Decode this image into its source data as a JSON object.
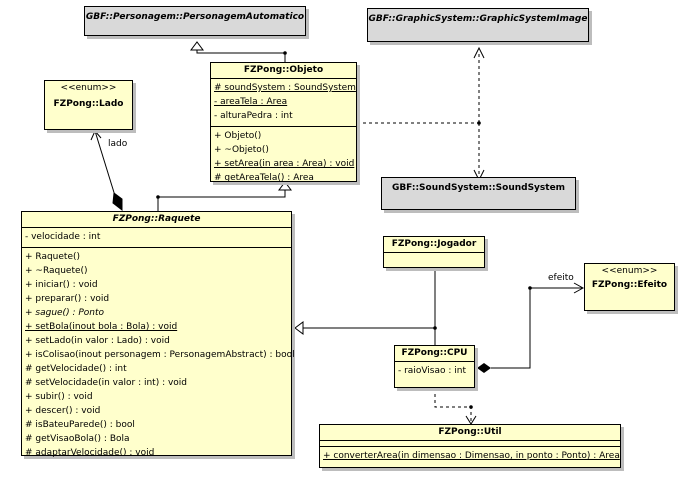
{
  "personagem_automatico": {
    "title": "GBF::Personagem::PersonagemAutomatico"
  },
  "graphic_system_image": {
    "title": "GBF::GraphicSystem::GraphicSystemImage"
  },
  "sound_system": {
    "title": "GBF::SoundSystem::SoundSystem"
  },
  "lado": {
    "stereotype": "<<enum>>",
    "title": "FZPong::Lado"
  },
  "efeito": {
    "stereotype": "<<enum>>",
    "title": "FZPong::Efeito"
  },
  "objeto": {
    "title": "FZPong::Objeto",
    "attributes": [
      "# soundSystem : SoundSystem",
      "- areaTela : Area",
      "- alturaPedra : int"
    ],
    "operations": [
      "+ Objeto()",
      "+ ~Objeto()",
      "+ setArea(in area : Area) : void",
      "# getAreaTela() : Area"
    ]
  },
  "raquete": {
    "title": "FZPong::Raquete",
    "attributes": [
      "- velocidade : int"
    ],
    "operations": [
      "+ Raquete()",
      "+ ~Raquete()",
      "+ iniciar() : void",
      "+ preparar() : void",
      "+ sague() : Ponto",
      "+ setBola(inout bola : Bola) : void",
      "+ setLado(in valor : Lado) : void",
      "+ isColisao(inout personagem : PersonagemAbstract) : bool",
      "# getVelocidade() : int",
      "# setVelocidade(in valor : int) : void",
      "+ subir() : void",
      "+ descer() : void",
      "# isBateuParede() : bool",
      "# getVisaoBola() : Bola",
      "# adaptarVelocidade() : void"
    ]
  },
  "jogador": {
    "title": "FZPong::Jogador"
  },
  "cpu": {
    "title": "FZPong::CPU",
    "attributes": [
      "- raioVisao : int"
    ]
  },
  "util": {
    "title": "FZPong::Util",
    "operations": [
      "+ converterArea(in dimensao : Dimensao, in ponto : Ponto) : Area"
    ]
  },
  "labels": {
    "lado": "lado",
    "efeito": "efeito"
  }
}
